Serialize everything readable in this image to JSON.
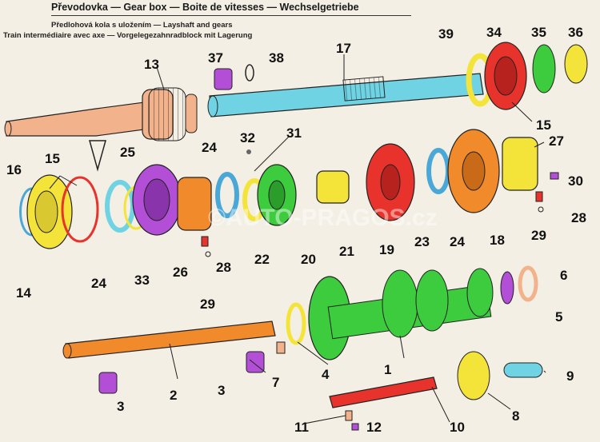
{
  "header": {
    "title": "Převodovka — Gear box — Boite de vitesses — Wechselgetriebe",
    "subtitle_1": "Předlohová kola s uložením — Layshaft and gears",
    "subtitle_2": "Train intermédiaire avec axe — Vorgelegezahnradblock mit Lagerung"
  },
  "watermark": "©AUTO-PRAGOS.cz",
  "colors": {
    "background": "#f3efe4",
    "peach": "#f2b38c",
    "cyan": "#6fd3e3",
    "red": "#e8332c",
    "green": "#3dcc3d",
    "orange": "#f08a2a",
    "yellow": "#f4e43a",
    "purple": "#b34fd6",
    "blue": "#4aa8d8"
  },
  "labels": [
    "1",
    "2",
    "3",
    "3",
    "4",
    "5",
    "6",
    "7",
    "8",
    "9",
    "10",
    "11",
    "12",
    "13",
    "14",
    "15",
    "15",
    "16",
    "17",
    "18",
    "19",
    "20",
    "21",
    "22",
    "23",
    "24",
    "24",
    "24",
    "25",
    "26",
    "27",
    "28",
    "28",
    "29",
    "29",
    "30",
    "31",
    "32",
    "33",
    "34",
    "35",
    "36",
    "37",
    "38",
    "39"
  ]
}
